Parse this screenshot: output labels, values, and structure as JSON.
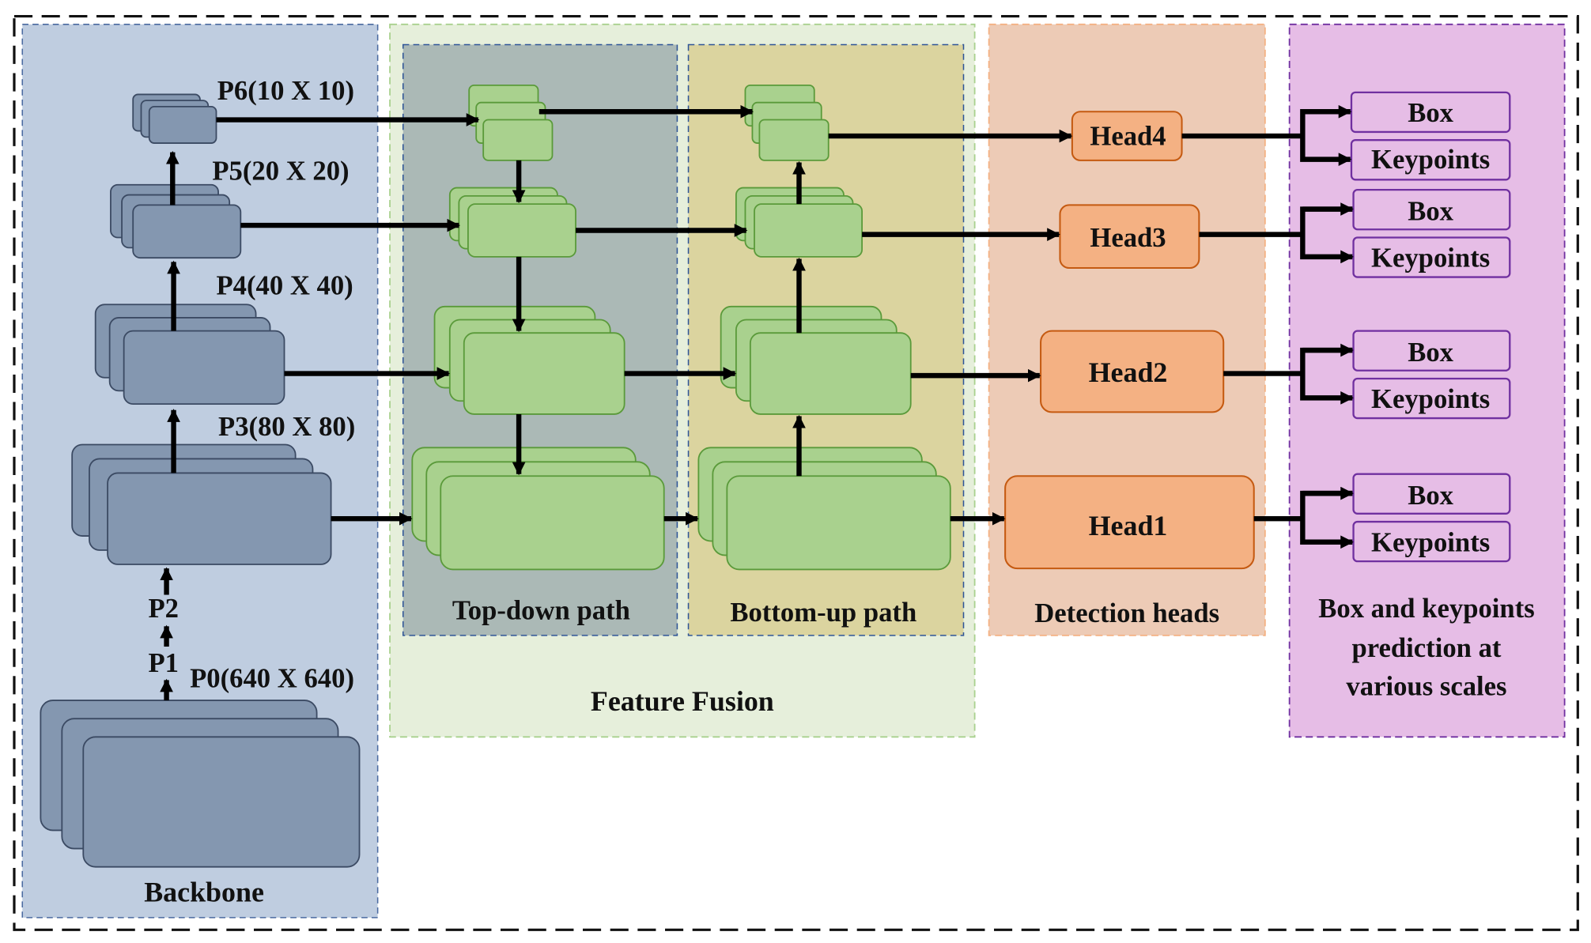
{
  "sections": {
    "backbone": "Backbone",
    "top_down": "Top-down path",
    "bottom_up": "Bottom-up path",
    "feature_fusion": "Feature Fusion",
    "detection_heads": "Detection heads",
    "predictions": [
      "Box and keypoints",
      "prediction at",
      "various scales"
    ]
  },
  "levels": {
    "p0": "P0(640 X 640)",
    "p1": "P1",
    "p2": "P2",
    "p3": "P3(80 X 80)",
    "p4": "P4(40 X 40)",
    "p5": "P5(20 X 20)",
    "p6": "P6(10 X 10)"
  },
  "heads": [
    "Head1",
    "Head2",
    "Head3",
    "Head4"
  ],
  "outputs": {
    "box": "Box",
    "keypoints": "Keypoints"
  },
  "colors": {
    "backbone_bg": "#bfcde0",
    "backbone_block": "#8497b0",
    "fusion_bg": "#e6efdb",
    "topdown_bg": "#abb9b6",
    "bottomup_bg": "#dbd49f",
    "green_block": "#a9d18e",
    "heads_bg": "#edcbb6",
    "head_block": "#f4b183",
    "pred_bg": "#e6bde6",
    "pred_block": "#e6bde6"
  }
}
